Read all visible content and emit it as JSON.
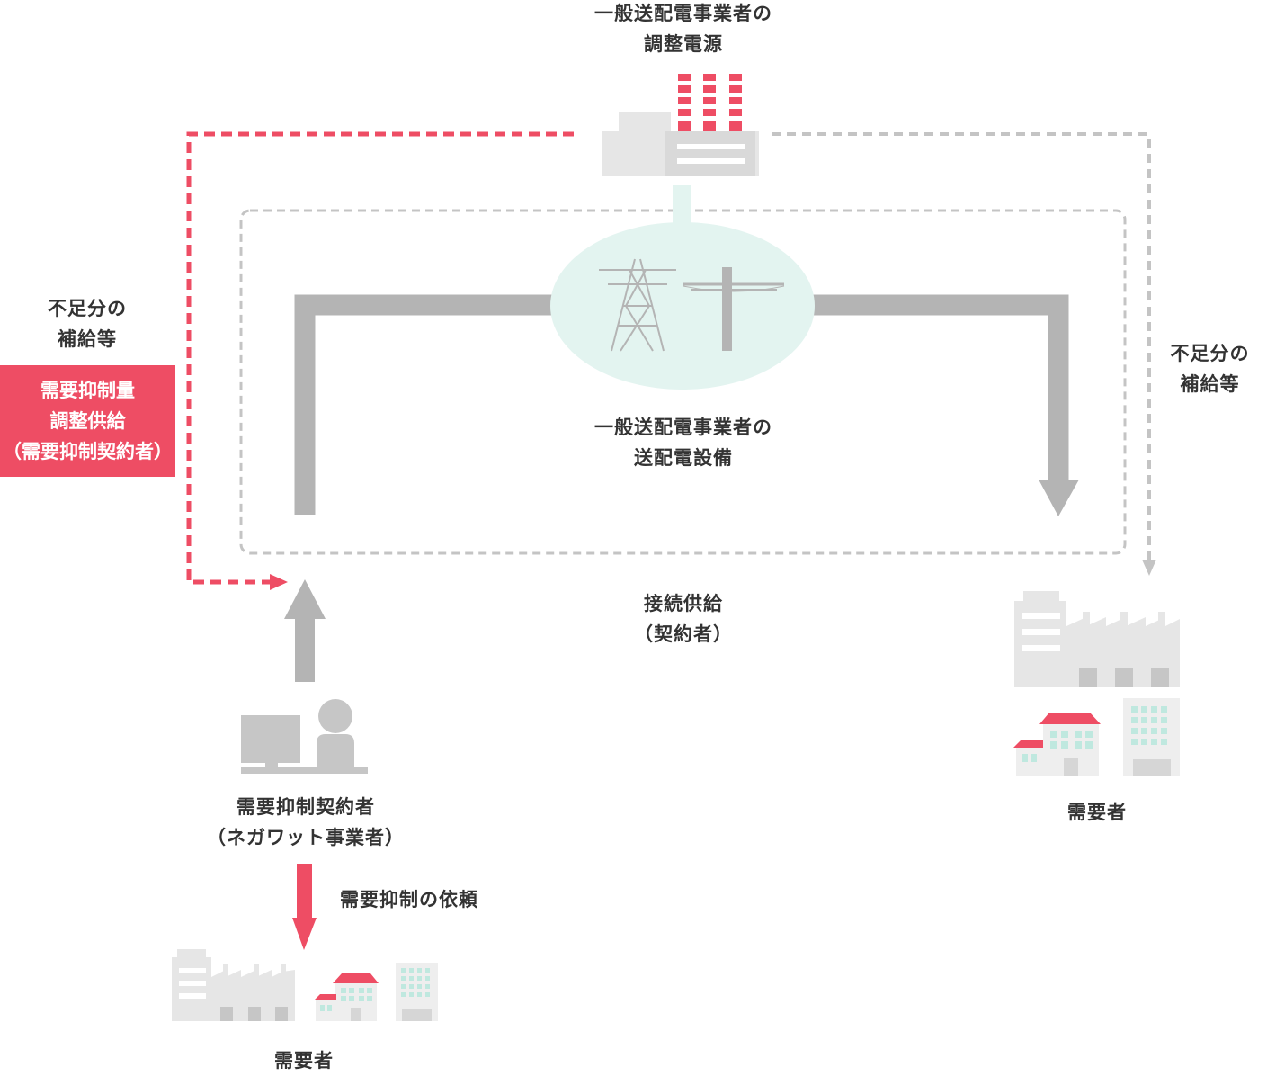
{
  "labels": {
    "adjust_source": [
      "一般送配電事業者の",
      "調整電源"
    ],
    "grid_equipment": [
      "一般送配電事業者の",
      "送配電設備"
    ],
    "shortage_left": [
      "不足分の",
      "補給等"
    ],
    "shortage_right": [
      "不足分の",
      "補給等"
    ],
    "dr_supply_badge": [
      "需要抑制量",
      "調整供給",
      "（需要抑制契約者）"
    ],
    "connection_supply": [
      "接続供給",
      "（契約者）"
    ],
    "negawatt_operator": [
      "需要抑制契約者",
      "（ネガワット事業者）"
    ],
    "dr_request": "需要抑制の依頼",
    "consumer_right": "需要者",
    "consumer_bottom": "需要者"
  },
  "icons": {
    "power_plant": "power-plant-icon",
    "transmission_tower": "transmission-tower-icon",
    "utility_pole": "utility-pole-icon",
    "operator_at_computer": "operator-computer-icon",
    "factory": "factory-icon",
    "house": "house-icon",
    "office_building": "office-building-icon"
  },
  "colors": {
    "accent_red": "#ee4d64",
    "arrow_gray": "#b4b4b4",
    "dash_gray": "#bdbdbd",
    "icon_gray": "#e6e6e6",
    "window_mint": "#bfe8df",
    "grid_mint": "#e3f4f0"
  }
}
